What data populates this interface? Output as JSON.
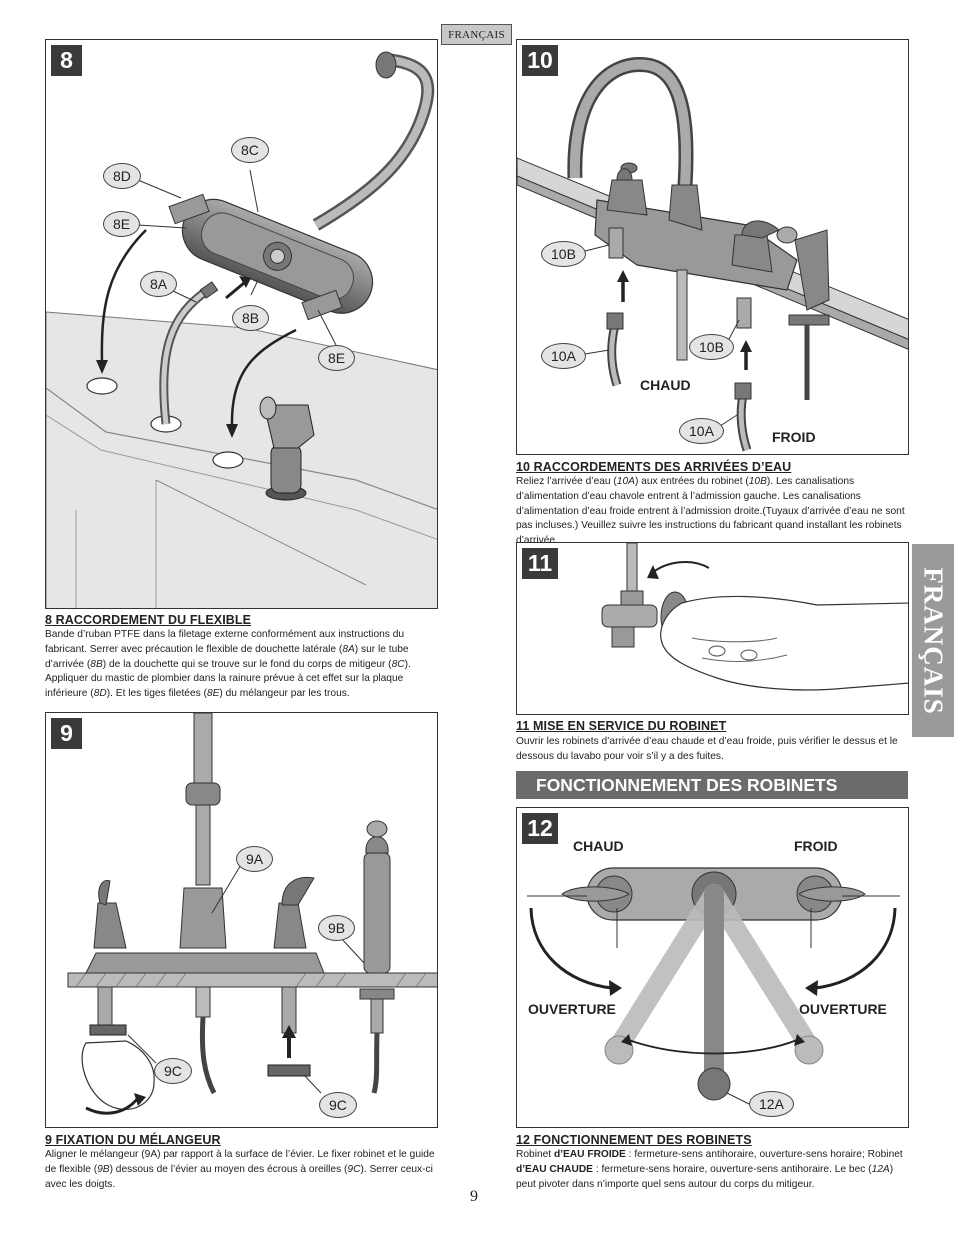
{
  "lang_tab": "FRANÇAIS",
  "side_tab": "FRANÇAIS",
  "page_number": "9",
  "step8": {
    "number": "8",
    "labels": {
      "c": "8C",
      "d": "8D",
      "e1": "8E",
      "a": "8A",
      "b": "8B",
      "e2": "8E"
    },
    "title": "8  RACCORDEMENT DU FLEXIBLE",
    "body_html": "Bande d’ruban PTFE dans la filetage externe conformément aux instructions du fabricant. Serrer avec précaution le flexible de douchette latérale (<i>8A</i>) sur le tube d’arrivée (<i>8B</i>) de la douchette qui se trouve sur le fond du corps de mitigeur (<i>8C</i>).  Appliquer du mastic de plombier dans la rainure prévue à cet effet sur la plaque inférieure (<i>8D</i>). Et les tiges filetées (<i>8E</i>) du mélangeur par les trous."
  },
  "step9": {
    "number": "9",
    "labels": {
      "a": "9A",
      "b": "9B",
      "c1": "9C",
      "c2": "9C"
    },
    "title": "9  FIXATION DU MÉLANGEUR",
    "body_html": "Aligner le mélangeur (9A) par rapport à la surface de l’évier. Le fixer robinet et le guide de flexible (<i>9B</i>) dessous de l’évier au moyen des écrous à oreilles (<i>9C</i>). Serrer ceux-ci avec les doigts."
  },
  "step10": {
    "number": "10",
    "labels": {
      "b1": "10B",
      "a1": "10A",
      "b2": "10B",
      "a2": "10A",
      "hot": "CHAUD",
      "cold": "FROID"
    },
    "title": "10  RACCORDEMENTS DES ARRIVÉES D’EAU",
    "body_html": "Reliez l’arrivée d’eau (<i>10A</i>) aux entrées du robinet (<i>10B</i>). Les canalisations d’alimentation d’eau chavole entrent à l’admission gauche. Les canalisations d’alimentation d’eau froide entrent à l’admission droite.(Tuyaux d’arrivée d’eau ne sont pas incluses.) Veuillez suivre les instructions du fabricant quand installant les robinets d’arrivée."
  },
  "step11": {
    "number": "11",
    "title": "11  MISE EN SERVICE DU ROBINET",
    "body_html": "Ouvrir les robinets d’arrivée d’eau chaude et d’eau froide, puis vérifier le dessus et le dessous du lavabo pour voir s’il y a des fuites."
  },
  "banner": "FONCTIONNEMENT DES ROBINETS",
  "step12": {
    "number": "12",
    "labels": {
      "hot": "CHAUD",
      "cold": "FROID",
      "open_left": "OUVERTURE",
      "open_right": "OUVERTURE",
      "spout": "12A"
    },
    "title": "12  FONCTIONNEMENT DES ROBINETS",
    "body_html": "Robinet <b>d’EAU FROIDE</b> : fermeture-sens antihoraire, ouverture-sens horaire; Robinet <b>d’EAU CHAUDE</b> : fermeture-sens horaire, ouverture-sens antihoraire. Le bec (<i>12A</i>) peut pivoter dans n’importe quel sens autour du corps du mitigeur."
  }
}
